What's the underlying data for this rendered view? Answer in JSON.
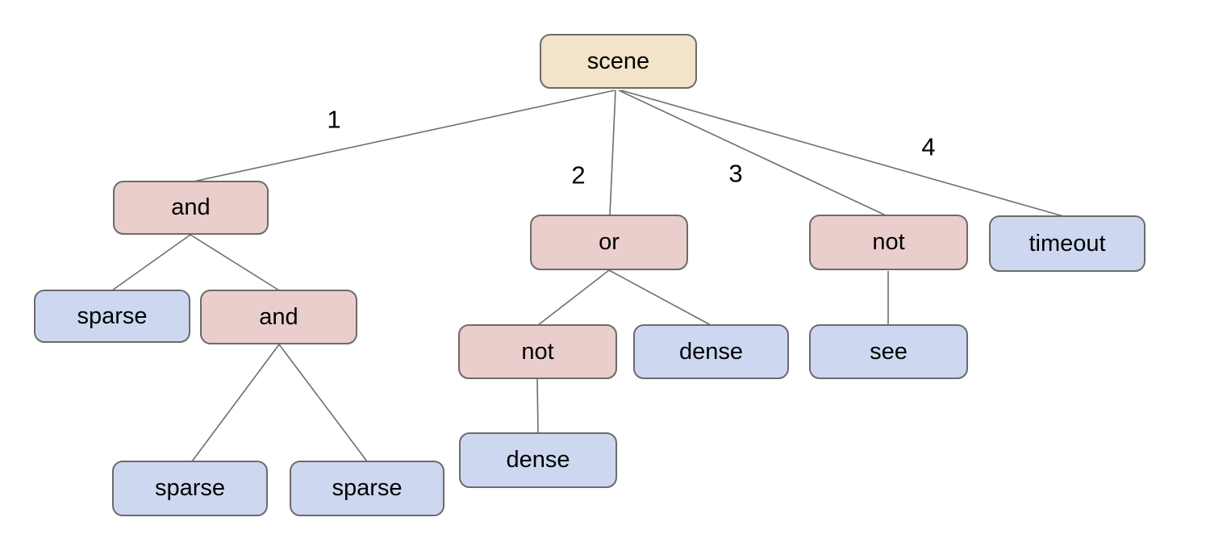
{
  "diagram": {
    "title": "behavior-tree",
    "colors": {
      "background": "#ffffff",
      "root_fill": "#f3e3c8",
      "operator_fill": "#e9cecc",
      "leaf_fill": "#cdd8f0",
      "node_border": "#6b6b6b",
      "edge_stroke": "#6e6e6e",
      "text": "#000000"
    },
    "nodes": {
      "scene": {
        "label": "scene",
        "kind": "root"
      },
      "and1": {
        "label": "and",
        "kind": "operator"
      },
      "or1": {
        "label": "or",
        "kind": "operator"
      },
      "not1": {
        "label": "not",
        "kind": "operator"
      },
      "timeout1": {
        "label": "timeout",
        "kind": "leaf"
      },
      "sparse1": {
        "label": "sparse",
        "kind": "leaf"
      },
      "and2": {
        "label": "and",
        "kind": "operator"
      },
      "not2": {
        "label": "not",
        "kind": "operator"
      },
      "dense1": {
        "label": "dense",
        "kind": "leaf"
      },
      "see1": {
        "label": "see",
        "kind": "leaf"
      },
      "dense2": {
        "label": "dense",
        "kind": "leaf"
      },
      "sparse2": {
        "label": "sparse",
        "kind": "leaf"
      },
      "sparse3": {
        "label": "sparse",
        "kind": "leaf"
      }
    },
    "edge_labels": {
      "e1": "1",
      "e2": "2",
      "e3": "3",
      "e4": "4"
    },
    "edges": [
      {
        "from": "scene",
        "to": "and1",
        "label": "1"
      },
      {
        "from": "scene",
        "to": "or1",
        "label": "2"
      },
      {
        "from": "scene",
        "to": "not1",
        "label": "3"
      },
      {
        "from": "scene",
        "to": "timeout1",
        "label": "4"
      },
      {
        "from": "and1",
        "to": "sparse1",
        "label": ""
      },
      {
        "from": "and1",
        "to": "and2",
        "label": ""
      },
      {
        "from": "and2",
        "to": "sparse2",
        "label": ""
      },
      {
        "from": "and2",
        "to": "sparse3",
        "label": ""
      },
      {
        "from": "or1",
        "to": "not2",
        "label": ""
      },
      {
        "from": "or1",
        "to": "dense1",
        "label": ""
      },
      {
        "from": "not2",
        "to": "dense2",
        "label": ""
      },
      {
        "from": "not1",
        "to": "see1",
        "label": ""
      }
    ]
  }
}
